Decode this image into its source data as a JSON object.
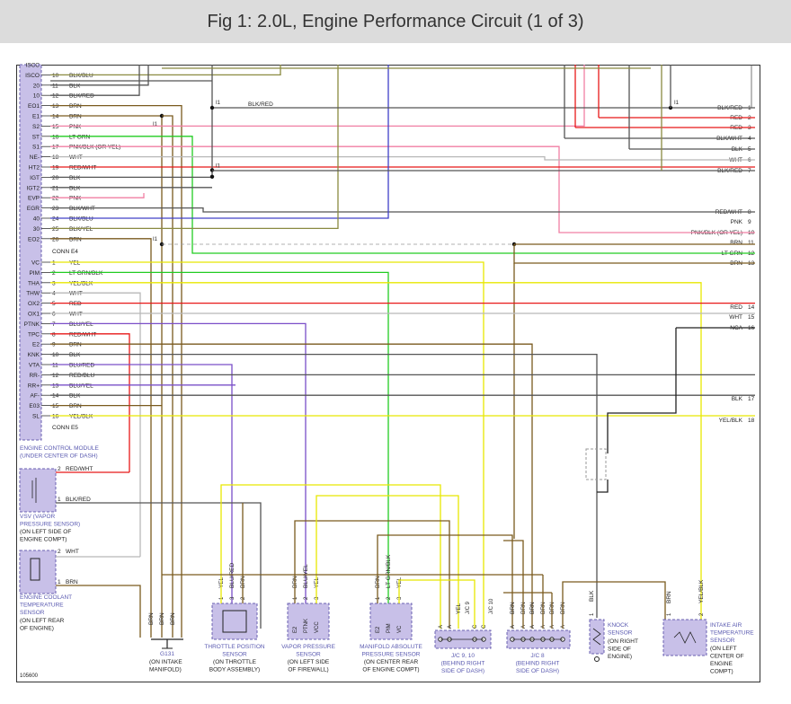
{
  "title": "Fig 1: 2.0L, Engine Performance Circuit (1 of 3)",
  "colors": {
    "BLK": "#555555",
    "BRN": "#7a5a1e",
    "PNK": "#f07fa3",
    "RED": "#e81818",
    "WHT": "#b8b8b8",
    "YEL": "#e8e800",
    "GRN": "#22cc22",
    "BLU": "#4040c8",
    "VIO": "#7a4fc8",
    "OLV": "#8a8a40",
    "NCA": "#222222",
    "module": "#c8c0e8",
    "module_stroke": "#6a60b0",
    "label": "#5a5ab0"
  },
  "conn_e4": {
    "label": "CONN E4",
    "pins": [
      {
        "name": "ISCC",
        "num": "",
        "wire": ""
      },
      {
        "name": "ISCO",
        "num": "10",
        "wire": "BLK/BLU"
      },
      {
        "name": "20",
        "num": "11",
        "wire": "BLK"
      },
      {
        "name": "10",
        "num": "12",
        "wire": "BLK/RED"
      },
      {
        "name": "EO1",
        "num": "13",
        "wire": "BRN"
      },
      {
        "name": "E1",
        "num": "14",
        "wire": "BRN"
      },
      {
        "name": "S2",
        "num": "15",
        "wire": "PNK"
      },
      {
        "name": "ST",
        "num": "16",
        "wire": "LT GRN"
      },
      {
        "name": "S1",
        "num": "17",
        "wire": "PNK/BLK (OR YEL)"
      },
      {
        "name": "NE-",
        "num": "18",
        "wire": "WHT"
      },
      {
        "name": "HT2",
        "num": "19",
        "wire": "RED/WHT"
      },
      {
        "name": "IGT",
        "num": "20",
        "wire": "BLK"
      },
      {
        "name": "IGT2",
        "num": "21",
        "wire": "BLK"
      },
      {
        "name": "EVP",
        "num": "22",
        "wire": "PNK"
      },
      {
        "name": "EGR",
        "num": "23",
        "wire": "BLK/WHT"
      },
      {
        "name": "40",
        "num": "24",
        "wire": "BLK/BLU"
      },
      {
        "name": "30",
        "num": "25",
        "wire": "BLK/YEL"
      },
      {
        "name": "EO2",
        "num": "26",
        "wire": "BRN"
      }
    ]
  },
  "conn_e5": {
    "label": "CONN E5",
    "pins": [
      {
        "name": "VC",
        "num": "1",
        "wire": "YEL"
      },
      {
        "name": "PIM",
        "num": "2",
        "wire": "LT GRN/BLK"
      },
      {
        "name": "THA",
        "num": "3",
        "wire": "YEL/BLK"
      },
      {
        "name": "THW",
        "num": "4",
        "wire": "WHT"
      },
      {
        "name": "OX2",
        "num": "5",
        "wire": "RED"
      },
      {
        "name": "OX1",
        "num": "6",
        "wire": "WHT"
      },
      {
        "name": "PTNK",
        "num": "7",
        "wire": "BLU/YEL"
      },
      {
        "name": "TPC",
        "num": "8",
        "wire": "RED/WHT"
      },
      {
        "name": "E2",
        "num": "9",
        "wire": "BRN"
      },
      {
        "name": "KNK",
        "num": "10",
        "wire": "BLK"
      },
      {
        "name": "VTA",
        "num": "11",
        "wire": "BLU/RED"
      },
      {
        "name": "RR-",
        "num": "12",
        "wire": "RED/BLU"
      },
      {
        "name": "RR+",
        "num": "13",
        "wire": "BLU/YEL"
      },
      {
        "name": "AF-",
        "num": "14",
        "wire": "BLK"
      },
      {
        "name": "E03",
        "num": "15",
        "wire": "BRN"
      },
      {
        "name": "SL",
        "num": "16",
        "wire": "YEL/BLK"
      }
    ]
  },
  "ecm_label": [
    "ENGINE CONTROL MODULE",
    "(UNDER CENTER OF DASH)"
  ],
  "right_outputs": [
    {
      "label": "BLK/RED",
      "num": "1"
    },
    {
      "label": "RED",
      "num": "2"
    },
    {
      "label": "RED",
      "num": "3"
    },
    {
      "label": "BLK/WHT",
      "num": "4"
    },
    {
      "label": "BLK",
      "num": "5"
    },
    {
      "label": "WHT",
      "num": "6"
    },
    {
      "label": "BLK/RED",
      "num": "7"
    },
    {
      "label": "RED/WHT",
      "num": "8"
    },
    {
      "label": "PNK",
      "num": "9"
    },
    {
      "label": "PNK/BLK (OR YEL)",
      "num": "10"
    },
    {
      "label": "BRN",
      "num": "11"
    },
    {
      "label": "LT GRN",
      "num": "12"
    },
    {
      "label": "BRN",
      "num": "13"
    },
    {
      "label": "RED",
      "num": "14"
    },
    {
      "label": "WHT",
      "num": "15"
    },
    {
      "label": "NCA",
      "num": "16"
    },
    {
      "label": "BLK",
      "num": "17"
    },
    {
      "label": "YEL/BLK",
      "num": "18"
    }
  ],
  "splice_labels": {
    "i1": "I1",
    "blk_red": "BLK/RED"
  },
  "vsv": {
    "pin2": "2",
    "pin2_wire": "RED/WHT",
    "pin1": "1",
    "pin1_wire": "BLK/RED",
    "label": [
      "VSV (VAPOR",
      "PRESSURE SENSOR)"
    ],
    "loc": [
      "(ON LEFT SIDE OF",
      "ENGINE COMPT)"
    ]
  },
  "ect": {
    "pin2": "2",
    "pin2_wire": "WHT",
    "pin1": "1",
    "pin1_wire": "BRN",
    "label": [
      "ENGINE COOLANT",
      "TEMPERATURE",
      "SENSOR"
    ],
    "loc": [
      "(ON LEFT REAR",
      "OF ENGINE)"
    ]
  },
  "ground": {
    "wires": [
      "BRN",
      "BRN",
      "BRN"
    ],
    "name": "G131",
    "loc": [
      "(ON INTAKE",
      "MANIFOLD)"
    ]
  },
  "tps": {
    "wires": [
      "YEL",
      "BLU/RED",
      "BRN"
    ],
    "pins": [
      "1",
      "3",
      "2"
    ],
    "label": [
      "THROTTLE POSITION",
      "SENSOR"
    ],
    "loc": [
      "(ON THROTTLE",
      "BODY ASSEMBLY)"
    ]
  },
  "vps": {
    "wires": [
      "BRN",
      "BLU/YEL",
      "YEL"
    ],
    "pins": [
      "1",
      "2",
      "3"
    ],
    "inner": [
      "E2",
      "PTNK",
      "VCC"
    ],
    "label": [
      "VAPOR PRESSURE",
      "SENSOR"
    ],
    "loc": [
      "(ON LEFT SIDE",
      "OF FIREWALL)"
    ]
  },
  "map": {
    "wires": [
      "BRN",
      "LT GRN/BLK",
      "YEL"
    ],
    "pins": [
      "1",
      "2",
      "3"
    ],
    "inner": [
      "E2",
      "PIM",
      "VC"
    ],
    "label": [
      "MANIFOLD ABSOLUTE",
      "PRESSURE SENSOR"
    ],
    "loc": [
      "(ON CENTER REAR",
      "OF ENGINE COMPT)"
    ]
  },
  "jc910": {
    "wires": [
      "YEL",
      "YEL",
      "YEL"
    ],
    "pins": [
      "A",
      "A",
      "C",
      "C"
    ],
    "refs": [
      "J/C 9",
      "J/C 10"
    ],
    "label": [
      "J/C 9, 10",
      "(BEHIND RIGHT",
      "SIDE OF DASH)"
    ]
  },
  "jc8": {
    "wires": [
      "BRN",
      "BRN",
      "BRN",
      "BRN",
      "BRN",
      "BRN"
    ],
    "pins": [
      "A",
      "A",
      "A",
      "A",
      "A",
      "A"
    ],
    "label": [
      "J/C 8",
      "(BEHIND RIGHT",
      "SIDE OF DASH)"
    ]
  },
  "knock": {
    "wire": "BLK",
    "pin": "1",
    "label": [
      "KNOCK",
      "SENSOR"
    ],
    "loc": [
      "(ON RIGHT",
      "SIDE OF",
      "ENGINE)"
    ]
  },
  "iat": {
    "wires": [
      "BRN",
      "YEL/BLK"
    ],
    "pins": [
      "1",
      "2"
    ],
    "label": [
      "INTAKE AIR",
      "TEMPERATURE",
      "SENSOR"
    ],
    "loc": [
      "(ON LEFT",
      "CENTER OF",
      "ENGINE",
      "COMPT)"
    ]
  },
  "figure_id": "105600"
}
